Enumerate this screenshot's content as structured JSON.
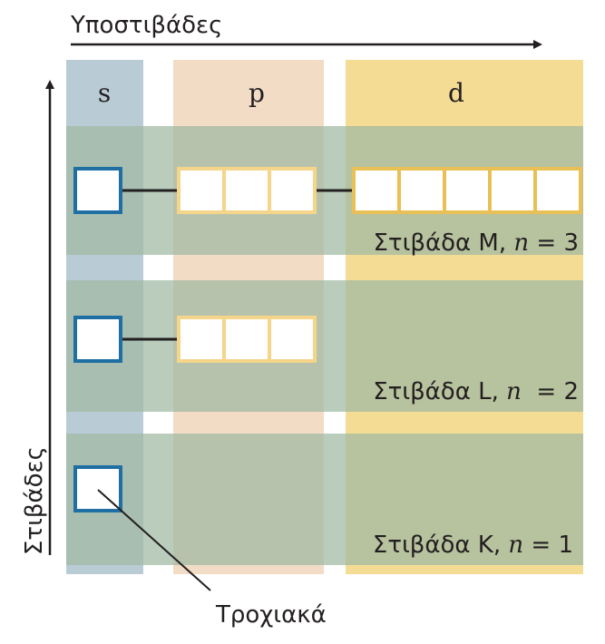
{
  "axes": {
    "x_label": "Υποστιβάδες",
    "y_label": "Στιβάδες"
  },
  "subshells": [
    {
      "label": "s",
      "color": "#b9ccd6"
    },
    {
      "label": "p",
      "color": "#f2dcc6"
    },
    {
      "label": "d",
      "color": "#f4dc95"
    }
  ],
  "shells": [
    {
      "prefix": "Στιβάδα M, ",
      "n_symbol": "n",
      "suffix": " = 3",
      "orbitals": {
        "s": 1,
        "p": 3,
        "d": 5
      }
    },
    {
      "prefix": "Στιβάδα L, ",
      "n_symbol": "n",
      "suffix": "  = 2",
      "orbitals": {
        "s": 1,
        "p": 3,
        "d": 0
      }
    },
    {
      "prefix": "Στιβάδα K, ",
      "n_symbol": "n",
      "suffix": " = 1",
      "orbitals": {
        "s": 1,
        "p": 0,
        "d": 0
      }
    }
  ],
  "callout": {
    "label": "Τροχιακά"
  },
  "colors": {
    "shell_band": "#9fb9a2",
    "s_box": "#1f6fa3",
    "p_box": "#f4d58a",
    "d_box": "#e8c055",
    "axis": "#231f20"
  }
}
